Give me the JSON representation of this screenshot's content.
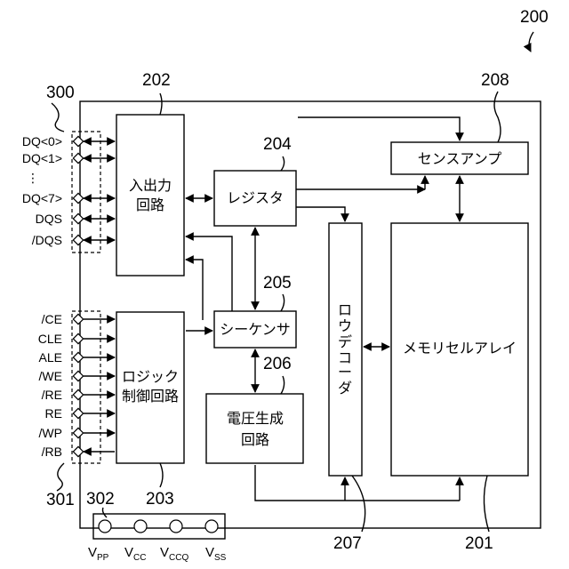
{
  "refs": {
    "device": "200",
    "memory_array": "201",
    "io_circuit": "202",
    "logic_control": "203",
    "register": "204",
    "sequencer": "205",
    "voltage_gen": "206",
    "row_decoder": "207",
    "sense_amp": "208",
    "io_pad_group": "300",
    "ctrl_pad_group": "301",
    "power_pad_group": "302"
  },
  "blocks": {
    "io_circuit": [
      "入出力",
      "回路"
    ],
    "logic_control": [
      "ロジック",
      "制御回路"
    ],
    "register": "レジスタ",
    "sequencer": "シーケンサ",
    "voltage_gen": [
      "電圧生成",
      "回路"
    ],
    "row_decoder": [
      "ロ",
      "ウ",
      "デ",
      "コ",
      "ー",
      "ダ"
    ],
    "sense_amp": "センスアンプ",
    "memory_array": "メモリセルアレイ"
  },
  "io_pins": [
    "DQ<0>",
    "DQ<1>",
    "⋮",
    "DQ<7>",
    "DQS",
    "/DQS"
  ],
  "ctrl_pins": [
    "/CE",
    "CLE",
    "ALE",
    "/WE",
    "/RE",
    "RE",
    "/WP",
    "/RB"
  ],
  "power_pins": [
    {
      "main": "V",
      "sub": "PP"
    },
    {
      "main": "V",
      "sub": "CC"
    },
    {
      "main": "V",
      "sub": "CCQ"
    },
    {
      "main": "V",
      "sub": "SS"
    }
  ]
}
